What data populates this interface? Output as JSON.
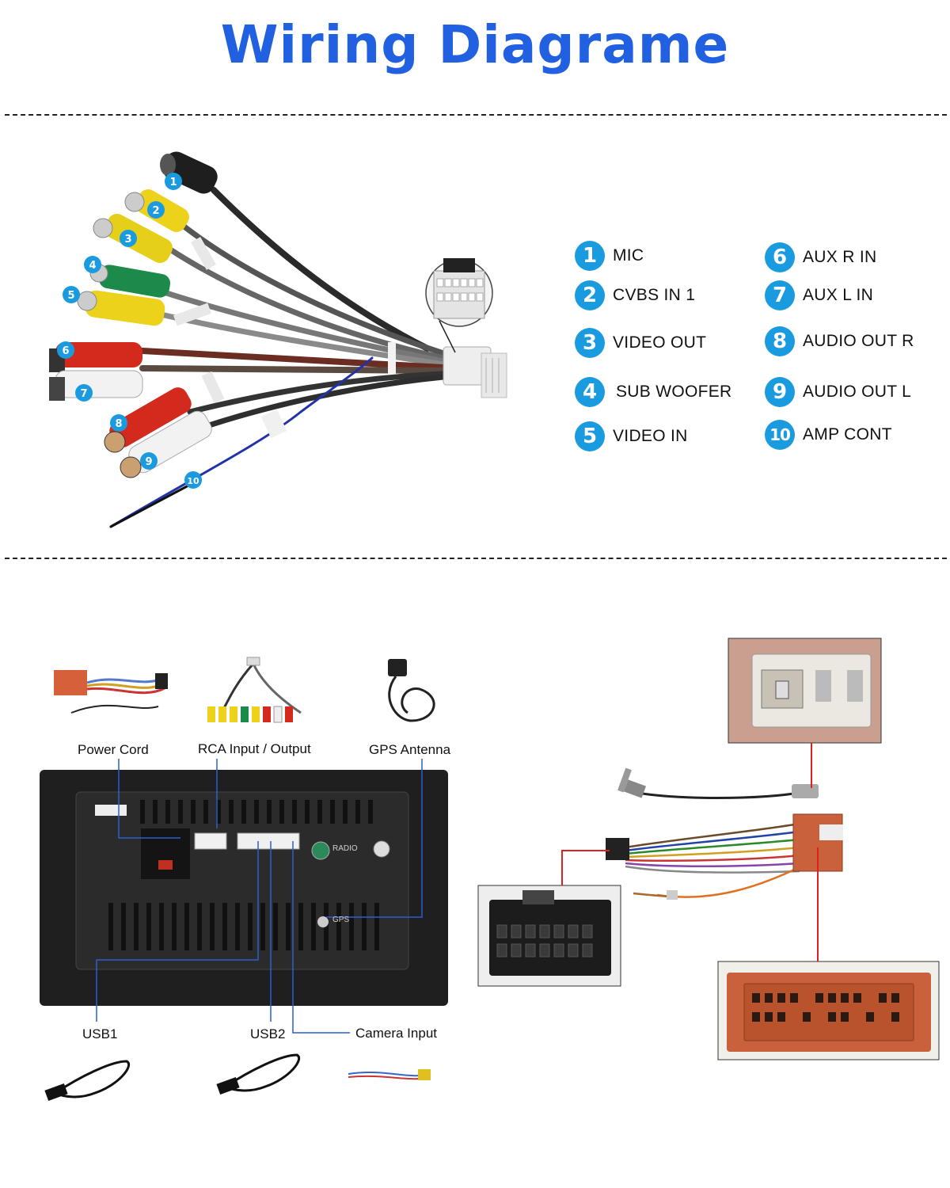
{
  "title": "Wiring Diagrame",
  "legend": [
    {
      "n": "1",
      "label": "MIC"
    },
    {
      "n": "2",
      "label": "CVBS IN 1"
    },
    {
      "n": "3",
      "label": "VIDEO OUT"
    },
    {
      "n": "4",
      "label": "SUB WOOFER"
    },
    {
      "n": "5",
      "label": "VIDEO IN"
    },
    {
      "n": "6",
      "label": "AUX R IN"
    },
    {
      "n": "7",
      "label": "AUX L IN"
    },
    {
      "n": "8",
      "label": "AUDIO OUT R"
    },
    {
      "n": "9",
      "label": "AUDIO OUT L"
    },
    {
      "n": "10",
      "label": "AMP CONT"
    }
  ],
  "unit_labels": {
    "power_cord": "Power Cord",
    "rca": "RCA Input / Output",
    "gps": "GPS Antenna",
    "usb1": "USB1",
    "usb2": "USB2",
    "camera": "Camera Input",
    "radio": "RADIO",
    "gps_port": "GPS"
  },
  "colors": {
    "title": "#2160e0",
    "badge": "#1a9be0",
    "connector_orange": "#c9623c",
    "callout_red": "#e02020",
    "callout_blue": "#2a5fd0"
  }
}
